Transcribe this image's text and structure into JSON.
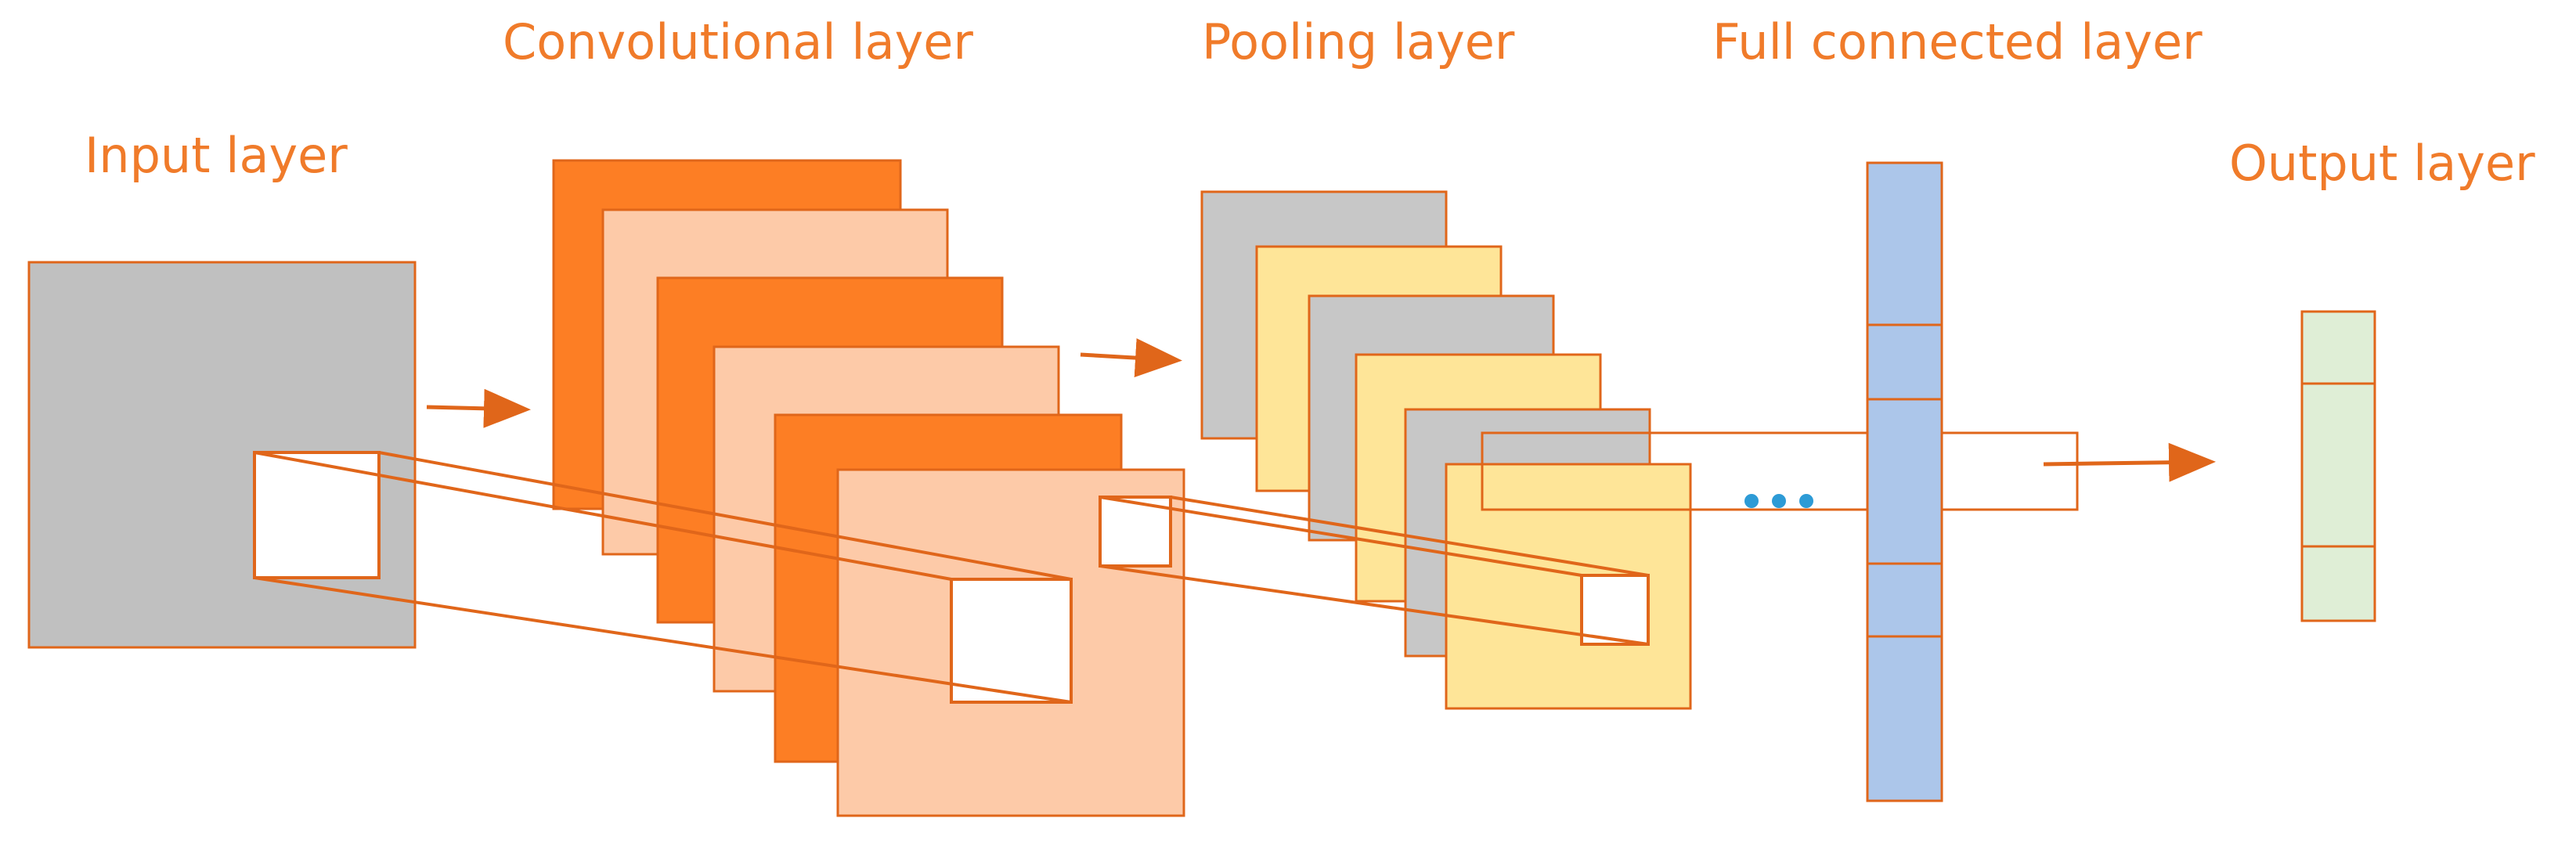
{
  "labels": {
    "input": "Input layer",
    "conv": "Convolutional layer",
    "pool": "Pooling layer",
    "fc": "Full connected layer",
    "output": "Output layer"
  },
  "colors": {
    "label": "#f07b2a",
    "stroke": "#e0661a",
    "input_fill": "#c0c0c0",
    "conv_dark": "#fd7e24",
    "conv_light": "#fdcaa8",
    "pool_gray": "#c7c7c7",
    "pool_yellow": "#fee598",
    "fc_fill": "#acc6ea",
    "output_fill": "#dfeed6",
    "dots": "#2d9bd6"
  },
  "icons": {
    "ellipsis": "ellipsis-dots-icon",
    "arrow": "arrow-right-icon"
  }
}
